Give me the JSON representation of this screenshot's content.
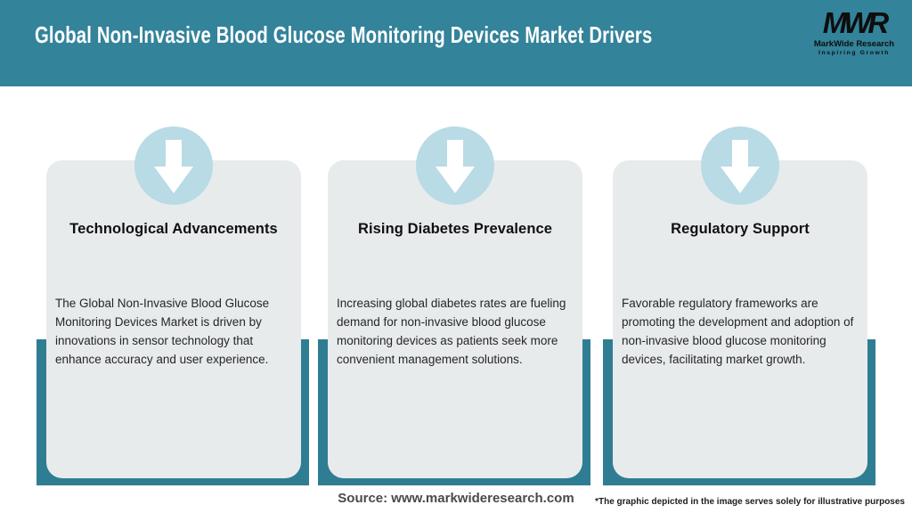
{
  "header": {
    "title": "Global Non-Invasive Blood Glucose Monitoring Devices Market Drivers"
  },
  "logo": {
    "monogram": "MWR",
    "name": "MarkWide Research",
    "tagline": "Inspiring Growth"
  },
  "cards": [
    {
      "title": "Technological Advancements",
      "body": "The Global Non-Invasive Blood Glucose Monitoring Devices Market is driven by innovations in sensor technology that enhance accuracy and user experience.",
      "icon": "down-arrow-icon"
    },
    {
      "title": "Rising Diabetes Prevalence",
      "body": "Increasing global diabetes rates are fueling demand for non-invasive blood glucose monitoring devices as patients seek more convenient management solutions.",
      "icon": "down-arrow-icon"
    },
    {
      "title": "Regulatory Support",
      "body": "Favorable regulatory frameworks are promoting the development and adoption of non-invasive blood glucose monitoring devices, facilitating market growth.",
      "icon": "down-arrow-icon"
    }
  ],
  "footer": {
    "source": "Source: www.markwideresearch.com",
    "disclaimer": "*The graphic depicted in the image serves solely for illustrative purposes"
  },
  "colors": {
    "header_teal": "#33839A",
    "shadow_teal": "#2F7D92",
    "icon_circle_blue": "#B8DBE6",
    "card_gray": "#E8EBEC",
    "title_white": "#FFFFFF",
    "text_dark": "#262626"
  }
}
